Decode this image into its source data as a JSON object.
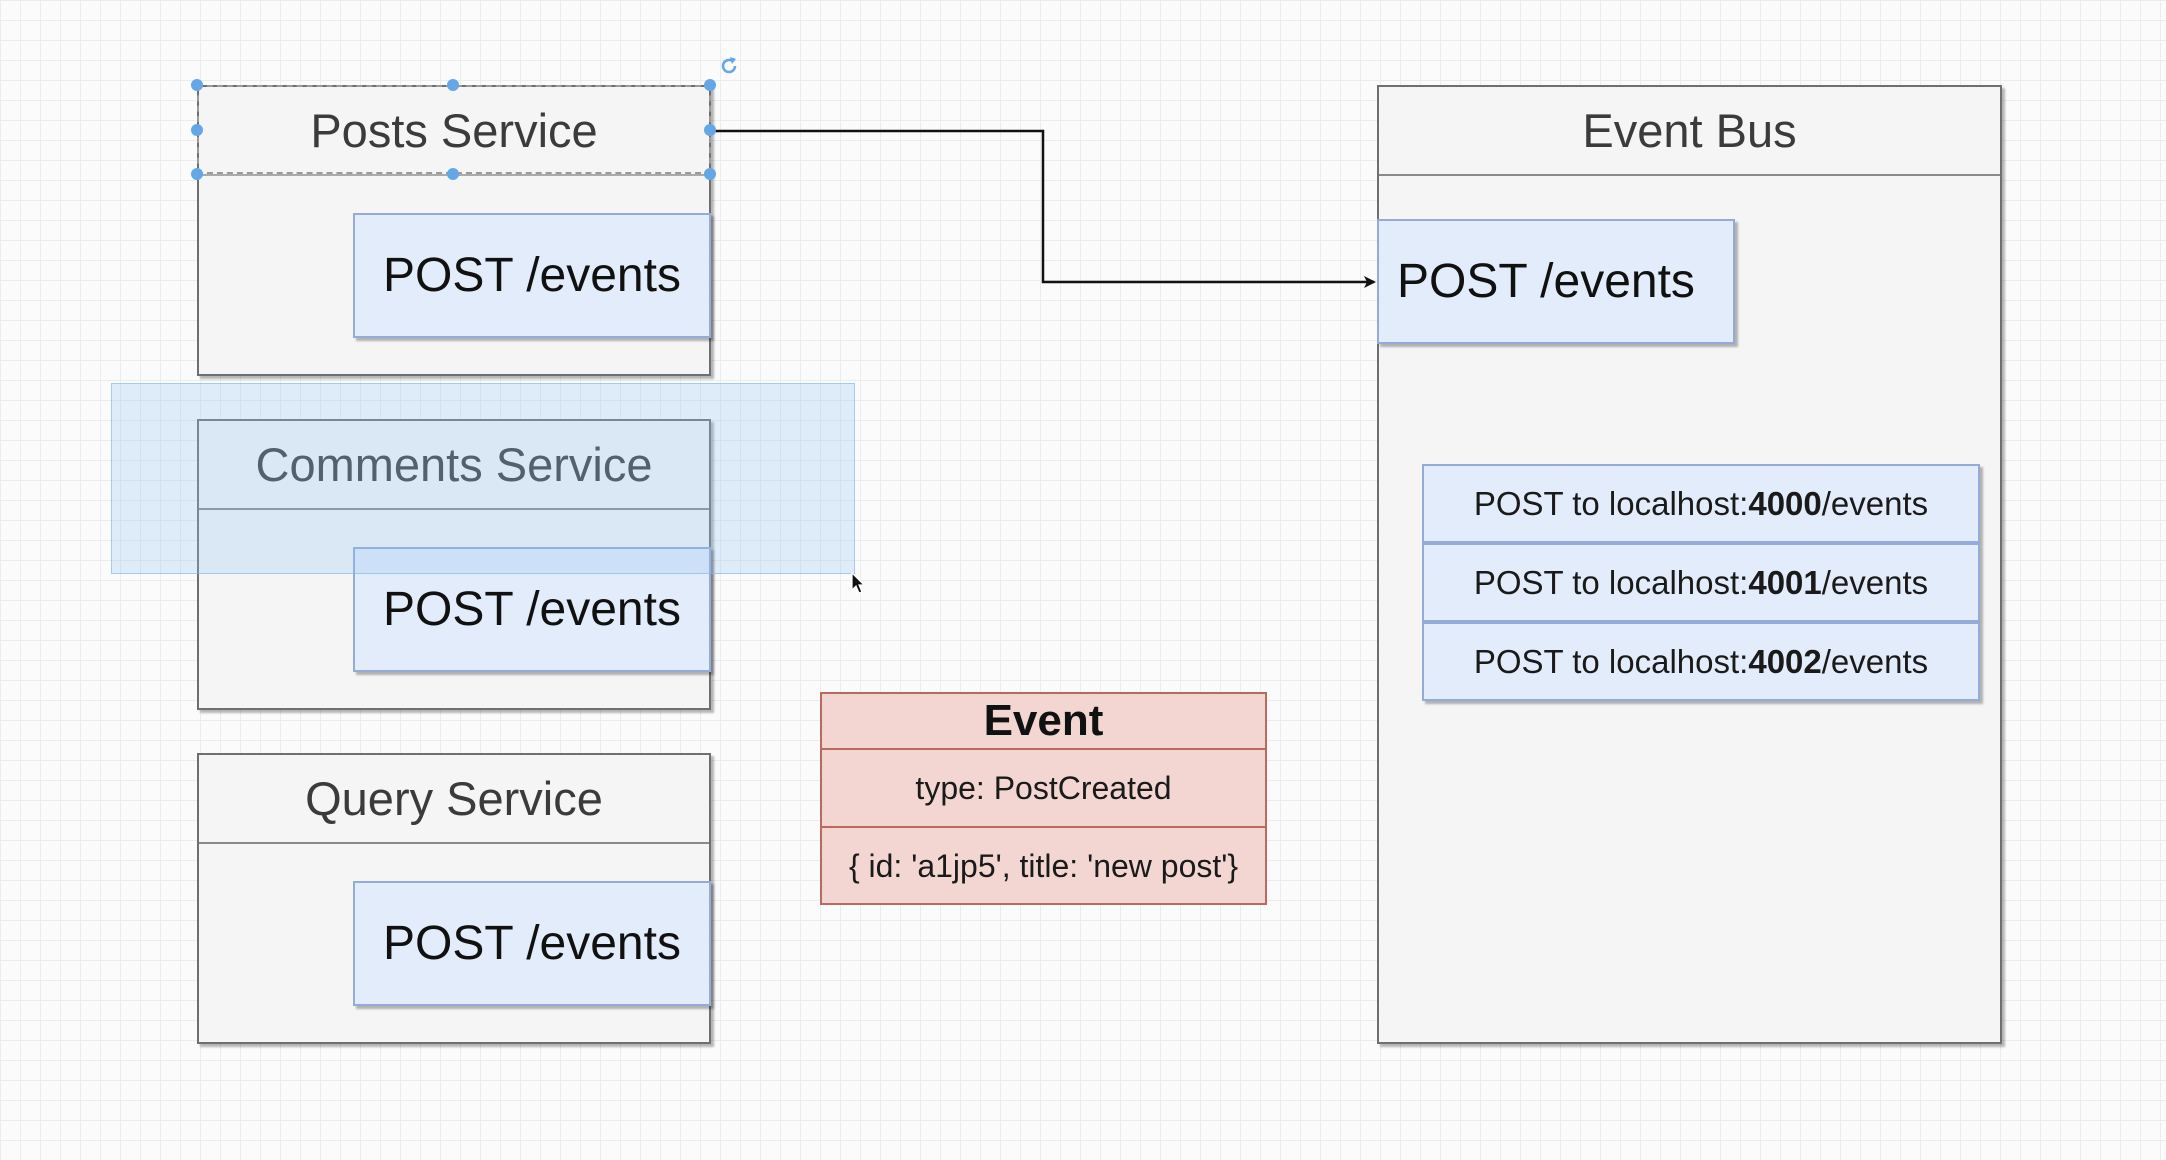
{
  "posts_service": {
    "title": "Posts Service",
    "endpoint": "POST /events"
  },
  "comments_service": {
    "title": "Comments Service",
    "endpoint": "POST /events"
  },
  "query_service": {
    "title": "Query Service",
    "endpoint": "POST /events"
  },
  "event_bus": {
    "title": "Event Bus",
    "endpoint": "POST /events",
    "routes": [
      {
        "prefix": "POST to localhost:",
        "port": "4000",
        "suffix": "/events"
      },
      {
        "prefix": "POST to localhost:",
        "port": "4001",
        "suffix": "/events"
      },
      {
        "prefix": "POST to localhost:",
        "port": "4002",
        "suffix": "/events"
      }
    ]
  },
  "event": {
    "title": "Event",
    "type_line": "type: PostCreated",
    "payload_line": "{ id: 'a1jp5', title: 'new post'}"
  },
  "colors": {
    "service_fill": "#f5f5f5",
    "endpoint_fill": "#e3ecfa",
    "endpoint_border": "#94abd7",
    "event_fill": "#f3d6d2",
    "event_border": "#b86a5f",
    "selection_handle": "#63a7e6"
  },
  "icons": {
    "rotate_handle": "rotate-icon",
    "cursor": "mouse-cursor-icon"
  }
}
